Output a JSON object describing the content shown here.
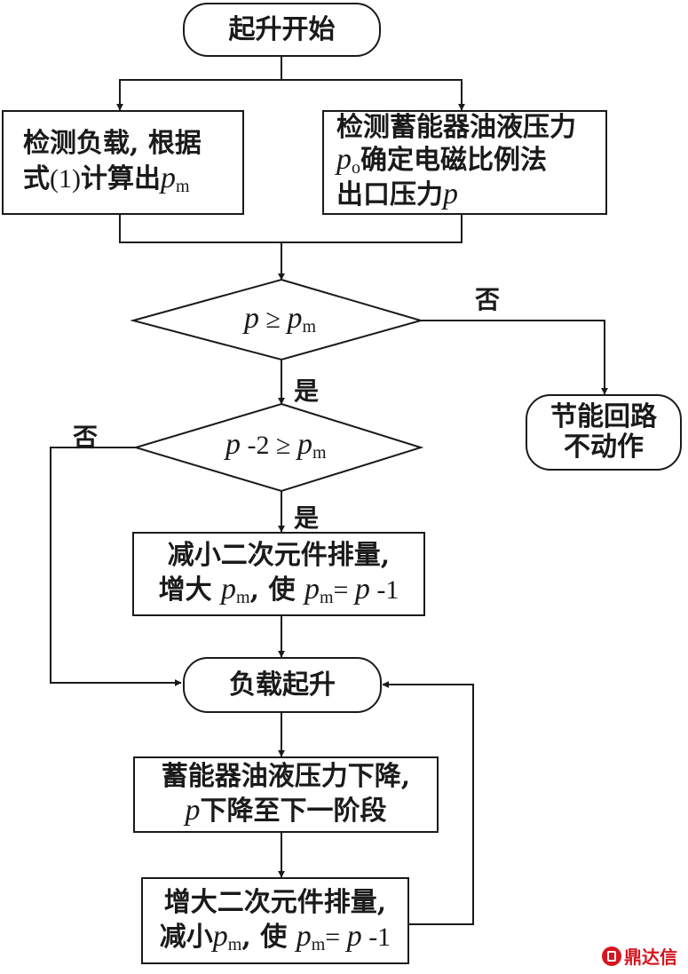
{
  "nodes": {
    "start": "起升开始",
    "detect_load": {
      "line1": "检测负载, 根据",
      "line2_pre": "式",
      "line2_eq": "(1)",
      "line2_post": "计算出",
      "var": "p",
      "sub": "m"
    },
    "detect_pressure": {
      "line1": "检测蓄能器油液压力",
      "var_o": "p",
      "sub_o": "o",
      "line2_post": "确定电磁比例法",
      "line3_pre": "出口压力",
      "var": "p"
    },
    "decision1": {
      "lhs": "p",
      "op": " ≥ ",
      "rhs": "p",
      "sub": "m"
    },
    "energy_saving": {
      "line1": "节能回路",
      "line2": "不动作"
    },
    "decision2": {
      "lhs": "p",
      "mid": " -2 ≥ ",
      "rhs": "p",
      "sub": "m"
    },
    "reduce": {
      "line1": "减小二次元件排量,",
      "l2_a": "增大 ",
      "v1": "p",
      "s1": "m",
      "l2_b": ", 使 ",
      "v2": "p",
      "s2": "m",
      "eq": "= ",
      "v3": "p",
      "tail": " -1"
    },
    "load_lift": "负载起升",
    "pressure_drop": {
      "line1": "蓄能器油液压力下降,",
      "var": "p",
      "line2_post": "下降至下一阶段"
    },
    "increase": {
      "line1": "增大二次元件排量,",
      "l2_a": "减小",
      "v1": "p",
      "s1": "m",
      "l2_b": ", 使 ",
      "v2": "p",
      "s2": "m",
      "eq": "= ",
      "v3": "p",
      "tail": " -1"
    }
  },
  "labels": {
    "no1": "否",
    "yes1": "是",
    "no2": "否",
    "yes2": "是"
  },
  "watermark": "鼎达信",
  "colors": {
    "ink": "#1a1a1a",
    "watermark": "#d8141f"
  }
}
